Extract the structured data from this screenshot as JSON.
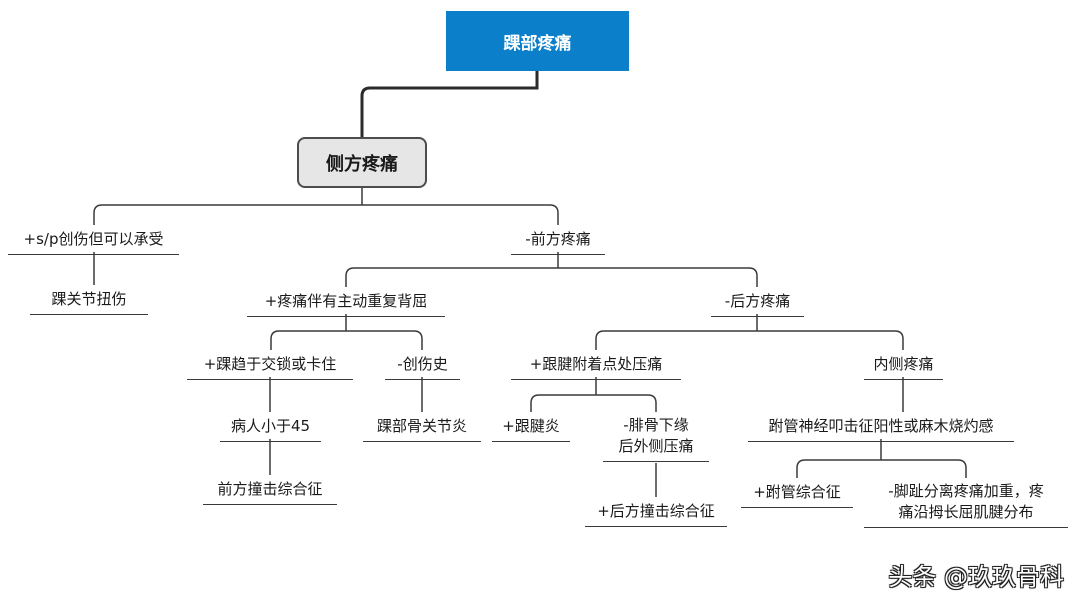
{
  "root": "踝部疼痛",
  "main": "侧方疼痛",
  "nodes": {
    "sp": "+s/p创伤但可以承受",
    "sprain": "踝关节扭伤",
    "anterior": "-前方疼痛",
    "repeat": "+疼痛伴有主动重复背屈",
    "posterior": "-后方疼痛",
    "lock": "+踝趋于交锁或卡住",
    "trauma": "-创伤史",
    "age": "病人小于45",
    "impingement": "前方撞击综合征",
    "arthritis": "踝部骨关节炎",
    "tender": "+跟腱附着点处压痛",
    "medial": "内侧疼痛",
    "achilles": "+跟腱炎",
    "fibula_line1": "-腓骨下缘",
    "fibula_line2": "后外侧压痛",
    "post_impingement": "+后方撞击综合征",
    "tarsal_sign": "跗管神经叩击征阳性或麻木烧灼感",
    "tarsal": "+跗管综合征",
    "toe_line1": "-脚趾分离疼痛加重，疼",
    "toe_line2": "痛沿拇长屈肌腱分布"
  },
  "watermark": "头条 @玖玖骨科"
}
